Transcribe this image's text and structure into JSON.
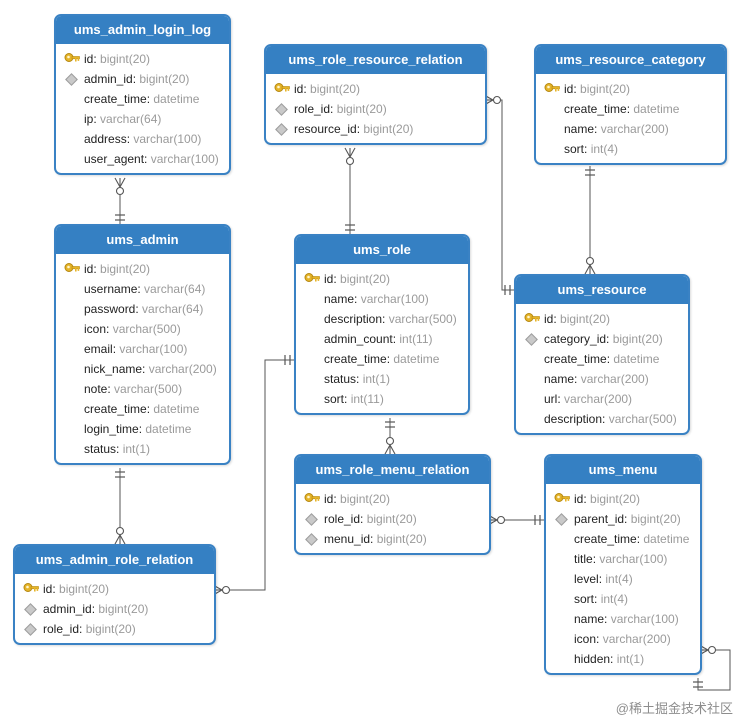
{
  "tables": [
    {
      "id": "login_log",
      "name": "ums_admin_login_log",
      "fields": [
        {
          "key": "pk",
          "name": "id",
          "type": "bigint(20)"
        },
        {
          "key": "fk",
          "name": "admin_id",
          "type": "bigint(20)"
        },
        {
          "key": "",
          "name": "create_time",
          "type": "datetime"
        },
        {
          "key": "",
          "name": "ip",
          "type": "varchar(64)"
        },
        {
          "key": "",
          "name": "address",
          "type": "varchar(100)"
        },
        {
          "key": "",
          "name": "user_agent",
          "type": "varchar(100)"
        }
      ]
    },
    {
      "id": "admin",
      "name": "ums_admin",
      "fields": [
        {
          "key": "pk",
          "name": "id",
          "type": "bigint(20)"
        },
        {
          "key": "",
          "name": "username",
          "type": "varchar(64)"
        },
        {
          "key": "",
          "name": "password",
          "type": "varchar(64)"
        },
        {
          "key": "",
          "name": "icon",
          "type": "varchar(500)"
        },
        {
          "key": "",
          "name": "email",
          "type": "varchar(100)"
        },
        {
          "key": "",
          "name": "nick_name",
          "type": "varchar(200)"
        },
        {
          "key": "",
          "name": "note",
          "type": "varchar(500)"
        },
        {
          "key": "",
          "name": "create_time",
          "type": "datetime"
        },
        {
          "key": "",
          "name": "login_time",
          "type": "datetime"
        },
        {
          "key": "",
          "name": "status",
          "type": "int(1)"
        }
      ]
    },
    {
      "id": "admin_role",
      "name": "ums_admin_role_relation",
      "fields": [
        {
          "key": "pk",
          "name": "id",
          "type": "bigint(20)"
        },
        {
          "key": "fk",
          "name": "admin_id",
          "type": "bigint(20)"
        },
        {
          "key": "fk",
          "name": "role_id",
          "type": "bigint(20)"
        }
      ]
    },
    {
      "id": "role_resource",
      "name": "ums_role_resource_relation",
      "fields": [
        {
          "key": "pk",
          "name": "id",
          "type": "bigint(20)"
        },
        {
          "key": "fk",
          "name": "role_id",
          "type": "bigint(20)"
        },
        {
          "key": "fk",
          "name": "resource_id",
          "type": "bigint(20)"
        }
      ]
    },
    {
      "id": "role",
      "name": "ums_role",
      "fields": [
        {
          "key": "pk",
          "name": "id",
          "type": "bigint(20)"
        },
        {
          "key": "",
          "name": "name",
          "type": "varchar(100)"
        },
        {
          "key": "",
          "name": "description",
          "type": "varchar(500)"
        },
        {
          "key": "",
          "name": "admin_count",
          "type": "int(11)"
        },
        {
          "key": "",
          "name": "create_time",
          "type": "datetime"
        },
        {
          "key": "",
          "name": "status",
          "type": "int(1)"
        },
        {
          "key": "",
          "name": "sort",
          "type": "int(11)"
        }
      ]
    },
    {
      "id": "role_menu",
      "name": "ums_role_menu_relation",
      "fields": [
        {
          "key": "pk",
          "name": "id",
          "type": "bigint(20)"
        },
        {
          "key": "fk",
          "name": "role_id",
          "type": "bigint(20)"
        },
        {
          "key": "fk",
          "name": "menu_id",
          "type": "bigint(20)"
        }
      ]
    },
    {
      "id": "resource_category",
      "name": "ums_resource_category",
      "fields": [
        {
          "key": "pk",
          "name": "id",
          "type": "bigint(20)"
        },
        {
          "key": "",
          "name": "create_time",
          "type": "datetime"
        },
        {
          "key": "",
          "name": "name",
          "type": "varchar(200)"
        },
        {
          "key": "",
          "name": "sort",
          "type": "int(4)"
        }
      ]
    },
    {
      "id": "resource",
      "name": "ums_resource",
      "fields": [
        {
          "key": "pk",
          "name": "id",
          "type": "bigint(20)"
        },
        {
          "key": "fk",
          "name": "category_id",
          "type": "bigint(20)"
        },
        {
          "key": "",
          "name": "create_time",
          "type": "datetime"
        },
        {
          "key": "",
          "name": "name",
          "type": "varchar(200)"
        },
        {
          "key": "",
          "name": "url",
          "type": "varchar(200)"
        },
        {
          "key": "",
          "name": "description",
          "type": "varchar(500)"
        }
      ]
    },
    {
      "id": "menu",
      "name": "ums_menu",
      "fields": [
        {
          "key": "pk",
          "name": "id",
          "type": "bigint(20)"
        },
        {
          "key": "fk",
          "name": "parent_id",
          "type": "bigint(20)"
        },
        {
          "key": "",
          "name": "create_time",
          "type": "datetime"
        },
        {
          "key": "",
          "name": "title",
          "type": "varchar(100)"
        },
        {
          "key": "",
          "name": "level",
          "type": "int(4)"
        },
        {
          "key": "",
          "name": "sort",
          "type": "int(4)"
        },
        {
          "key": "",
          "name": "name",
          "type": "varchar(100)"
        },
        {
          "key": "",
          "name": "icon",
          "type": "varchar(200)"
        },
        {
          "key": "",
          "name": "hidden",
          "type": "int(1)"
        }
      ]
    }
  ],
  "relationships": [
    {
      "one": "admin",
      "many": "login_log"
    },
    {
      "one": "admin",
      "many": "admin_role"
    },
    {
      "one": "role",
      "many": "admin_role"
    },
    {
      "one": "role",
      "many": "role_resource"
    },
    {
      "one": "resource",
      "many": "role_resource"
    },
    {
      "one": "resource_category",
      "many": "resource"
    },
    {
      "one": "role",
      "many": "role_menu"
    },
    {
      "one": "menu",
      "many": "role_menu"
    },
    {
      "one": "menu",
      "many": "menu"
    }
  ],
  "watermark": "@稀土掘金技术社区"
}
